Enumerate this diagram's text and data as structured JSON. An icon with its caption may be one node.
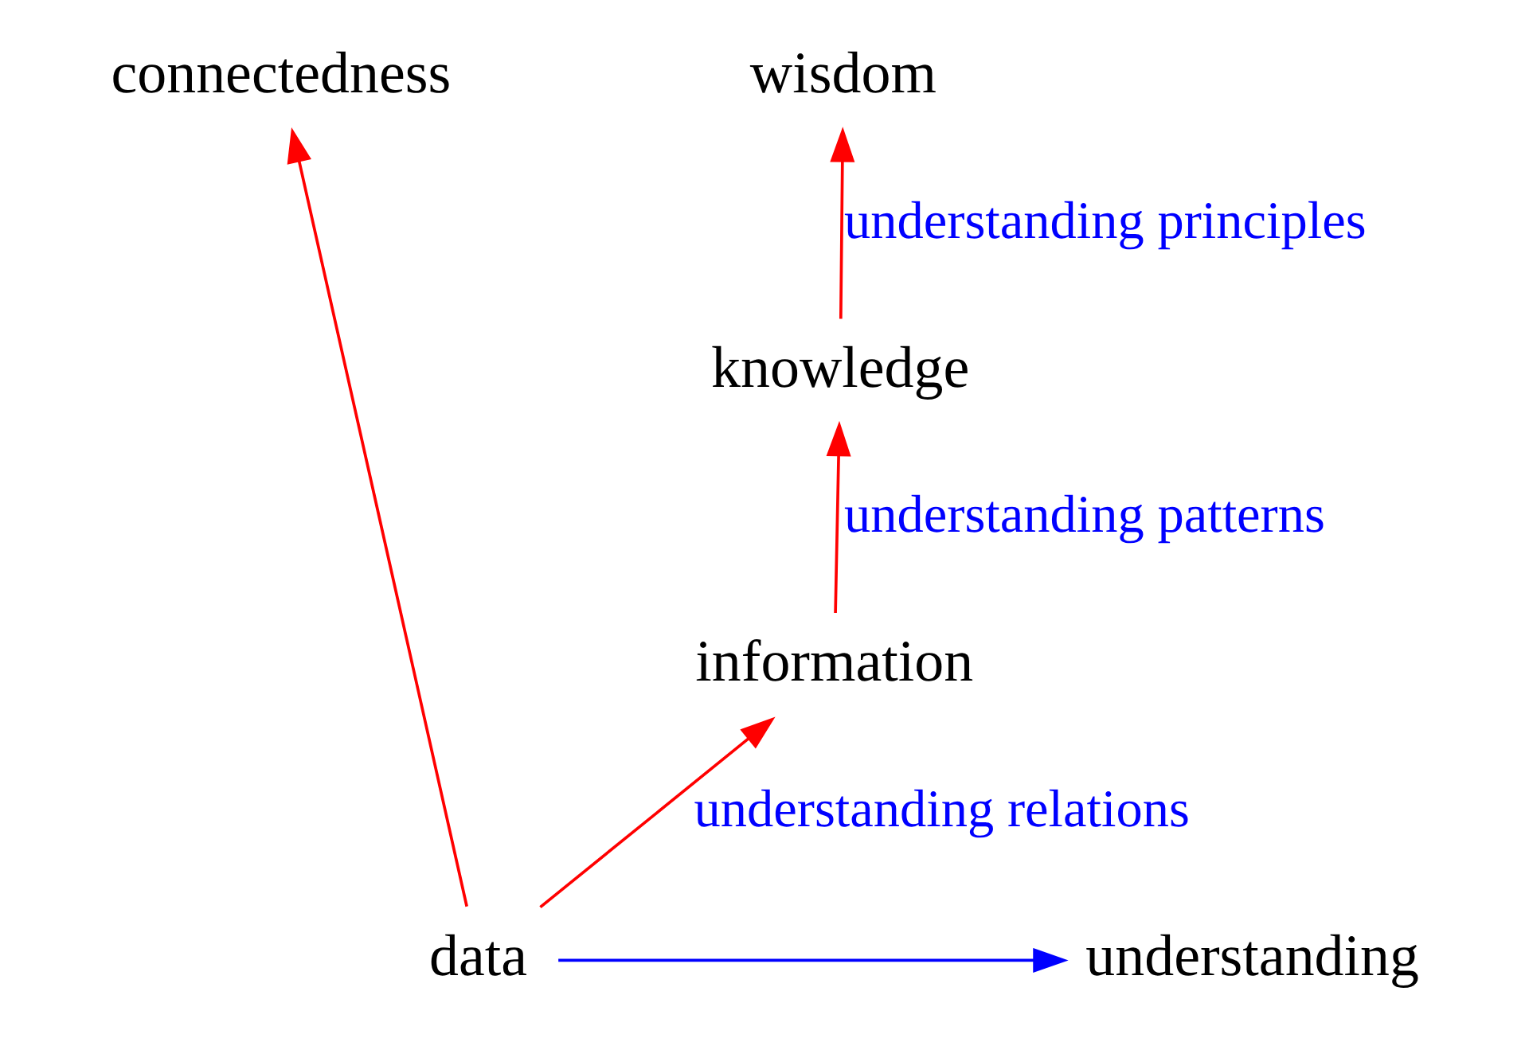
{
  "diagram": {
    "nodes": [
      {
        "text": [
          "connectedness"
        ]
      },
      {
        "text": [
          "wisdom"
        ]
      },
      {
        "text": [
          "knowledge"
        ]
      },
      {
        "text": [
          "information"
        ]
      },
      {
        "text": [
          "data"
        ]
      },
      {
        "text": [
          "understanding"
        ]
      }
    ],
    "edges": [
      {
        "from": 4,
        "to": 0,
        "arrow": "to"
      },
      {
        "from": 4,
        "to": 5,
        "arrow": "to",
        "color": "#0000ff"
      },
      {
        "from": 4,
        "to": 3,
        "arrow": "to",
        "label": "understanding relations"
      },
      {
        "from": 3,
        "to": 2,
        "arrow": "to",
        "label": "understanding patterns"
      },
      {
        "from": 2,
        "to": 1,
        "arrow": "to",
        "label": "understanding principles"
      }
    ]
  }
}
